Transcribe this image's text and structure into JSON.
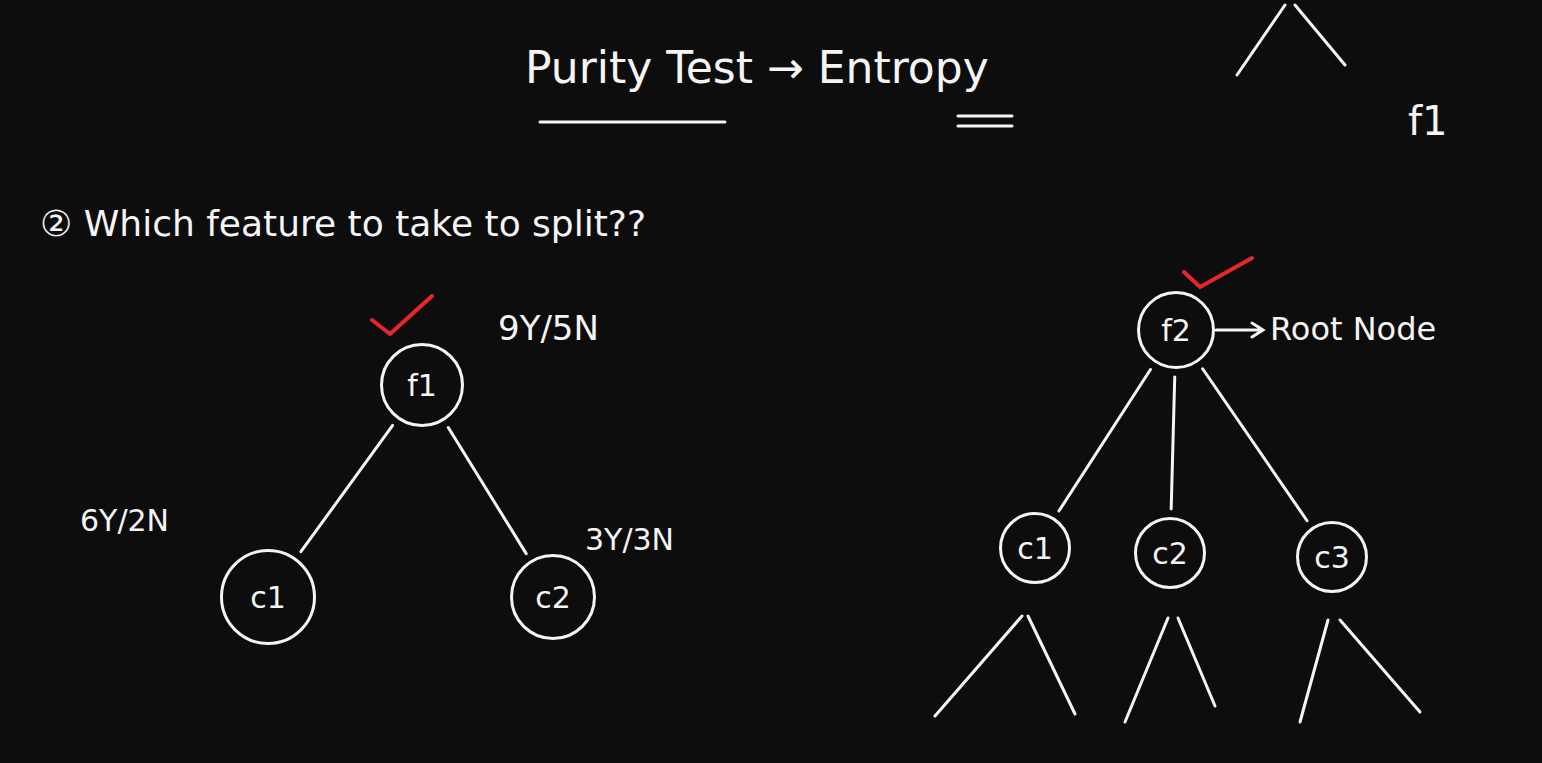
{
  "diagram": {
    "title": "Purity Test → Entropy",
    "nodes": [
      {
        "text": [
          "f1"
        ]
      },
      {
        "text": [
          "c1"
        ]
      },
      {
        "text": [
          "c2"
        ]
      },
      {
        "text": [
          "f2"
        ]
      },
      {
        "text": [
          "c1"
        ]
      },
      {
        "text": [
          "c2"
        ]
      },
      {
        "text": [
          "c3"
        ]
      }
    ],
    "edges": [
      {
        "from": 0,
        "to": 1,
        "arrow": "none"
      },
      {
        "from": 0,
        "to": 2,
        "arrow": "none"
      },
      {
        "from": 3,
        "to": 4,
        "arrow": "none"
      },
      {
        "from": 3,
        "to": 5,
        "arrow": "none"
      },
      {
        "from": 3,
        "to": 6,
        "arrow": "none"
      }
    ],
    "labels": [
      "② Which feature to take to split??",
      "9Y/5N",
      "6Y/2N",
      "3Y/3N",
      "Root Node",
      "f1"
    ]
  }
}
